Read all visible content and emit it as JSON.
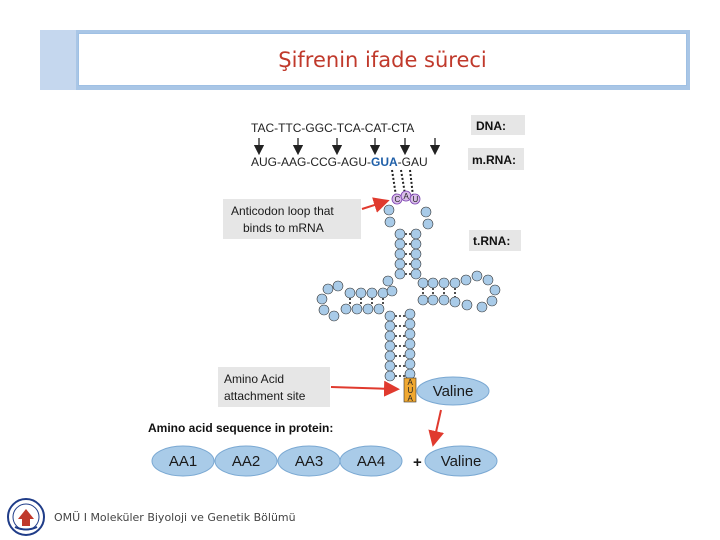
{
  "title": "Şifrenin ifade süreci",
  "diagram": {
    "dna_seq": "TAC-TTC-GGC-TCA-CAT-CTA",
    "mrna_seq_a": "AUG-AAG-CCG-AGU-",
    "mrna_seq_b": "GUA",
    "mrna_seq_c": "-GAU",
    "dna_label": "DNA:",
    "mrna_label": "m.RNA:",
    "trna_label": "t.RNA:",
    "anticodon_line1": "Anticodon loop that",
    "anticodon_line2": "binds to mRNA",
    "amino_site_line1": "Amino Acid",
    "amino_site_line2": "attachment site",
    "valine": "Valine",
    "sequence_heading": "Amino acid sequence in protein:",
    "chain": [
      "AA1",
      "AA2",
      "AA3",
      "AA4"
    ],
    "plus": "+",
    "valine_result": "Valine",
    "anticodon_letters": [
      "C",
      "A",
      "U"
    ],
    "acceptor_letters": [
      "A",
      "U",
      "A"
    ]
  },
  "colors": {
    "title": "#c0392b",
    "pill_fill": "#a9cbe8",
    "arrow": "#e03a2e",
    "codon": "#1f5fa8",
    "anticodon": "#7a3fb0",
    "acceptor": "#f0a830",
    "label_box": "#e6e6e6"
  },
  "footer": {
    "text": "OMÜ I  Moleküler Biyoloji ve Genetik Bölümü"
  }
}
